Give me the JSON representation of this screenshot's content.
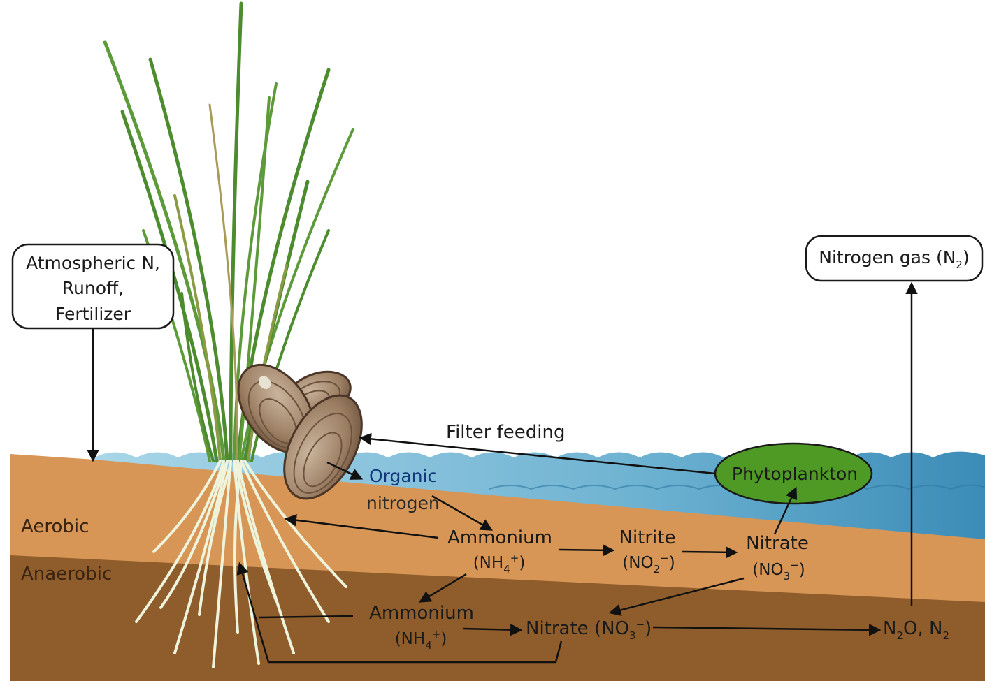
{
  "inputs": {
    "source_line1": "Atmospheric N,",
    "source_line2": "Runoff,",
    "source_line3": "Fertilizer"
  },
  "output_gas": {
    "prefix": "Nitrogen gas (N",
    "sub": "2",
    "suffix": ")"
  },
  "zones": {
    "aerobic": "Aerobic",
    "anaerobic": "Anaerobic"
  },
  "processes": {
    "filter_feeding": "Filter feeding",
    "phytoplankton": "Phytoplankton"
  },
  "compounds": {
    "organic_line1": "Organic",
    "organic_line2": "nitrogen",
    "ammonium_upper_name": "Ammonium",
    "ammonium_upper_formula_a": "(NH",
    "ammonium_upper_formula_sub": "4",
    "ammonium_upper_formula_sup": "+",
    "ammonium_upper_formula_b": ")",
    "nitrite_name": "Nitrite",
    "nitrite_formula_a": "(NO",
    "nitrite_formula_sub": "2",
    "nitrite_formula_sup": "−",
    "nitrite_formula_b": ")",
    "nitrate_upper_name": "Nitrate",
    "nitrate_upper_formula_a": "(NO",
    "nitrate_upper_formula_sub": "3",
    "nitrate_upper_formula_sup": "−",
    "nitrate_upper_formula_b": ")",
    "ammonium_lower_name": "Ammonium",
    "ammonium_lower_formula_a": "(NH",
    "ammonium_lower_formula_sub": "4",
    "ammonium_lower_formula_sup": "+",
    "ammonium_lower_formula_b": ")",
    "nitrate_lower_a": "Nitrate (NO",
    "nitrate_lower_sub": "3",
    "nitrate_lower_sup": "−",
    "nitrate_lower_b": ")",
    "n2o_a": "N",
    "n2o_sub1": "2",
    "n2o_b": "O, N",
    "n2o_sub2": "2"
  },
  "colors": {
    "aerobic_sediment": "#d89656",
    "anaerobic_sediment": "#8f5d2c",
    "water": "#8ec9df",
    "water_dark": "#3c8fb5",
    "phytoplankton_fill": "#4f9a24",
    "grass": "#4d8b2f",
    "roots": "#e9f1d6",
    "mussel": "#9c7f63"
  }
}
